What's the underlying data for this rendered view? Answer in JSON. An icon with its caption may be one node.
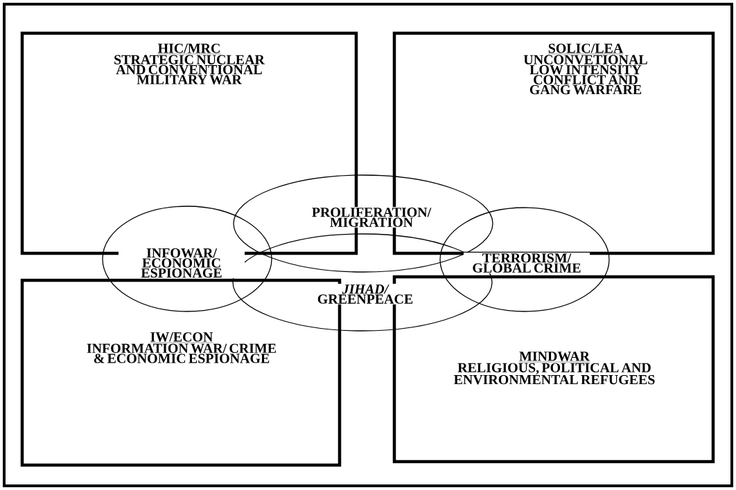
{
  "diagram": {
    "nodes": [
      {
        "text": [
          "HIC/MRC",
          "STRATEGIC NUCLEAR AND CONVENTIONAL MILITARY WAR"
        ]
      },
      {
        "text": [
          "SOLIC/LEA",
          "UNCONVETIONAL LOW INTENSITY CONFLICT AND GANG WARFARE"
        ]
      },
      {
        "text": [
          "PROLIFERATION/ MIGRATION"
        ]
      },
      {
        "text": [
          "INFOWAR/ ECONOMIC ESPIONAGE"
        ]
      },
      {
        "text": [
          "TERRORISM/ GLOBAL CRIME"
        ]
      },
      {
        "text": [
          "*JIHAD/* GREENPEACE"
        ]
      },
      {
        "text": [
          "IW/ECON",
          "INFORMATION WAR/ CRIME & ECONOMIC ESPIONAGE"
        ]
      },
      {
        "text": [
          "MINDWAR",
          "RELIGIOUS, POLITICAL AND ENVIRONMENTAL REFUGEES"
        ]
      }
    ]
  }
}
